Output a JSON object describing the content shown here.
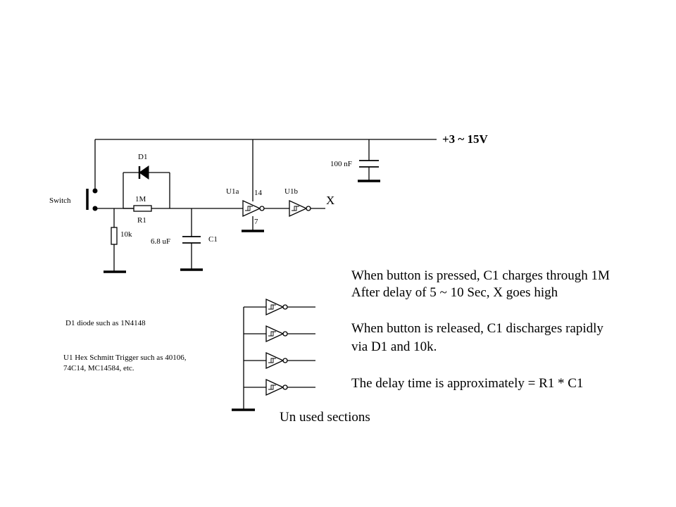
{
  "labels": {
    "supply": "+3 ~ 15V",
    "cap_100n": "100 nF",
    "d1": "D1",
    "u1a": "U1a",
    "pin14": "14",
    "u1b": "U1b",
    "output": "X",
    "switch": "Switch",
    "r1_value": "1M",
    "r1_name": "R1",
    "pin7": "7",
    "r_10k": "10k",
    "c1_value": "6.8 uF",
    "c1_name": "C1",
    "unused": "Un used sections"
  },
  "notes": {
    "d1_note": "D1 diode such as 1N4148",
    "u1_note_line1": "U1 Hex Schmitt Trigger such as 40106,",
    "u1_note_line2": "74C14, MC14584, etc."
  },
  "description": {
    "line1": "When button is pressed, C1 charges through 1M",
    "line2": "After delay of 5 ~ 10 Sec, X goes high",
    "line3": "When button is released, C1 discharges rapidly",
    "line4": "via D1 and 10k.",
    "line5": "The delay time is approximately = R1 * C1"
  }
}
